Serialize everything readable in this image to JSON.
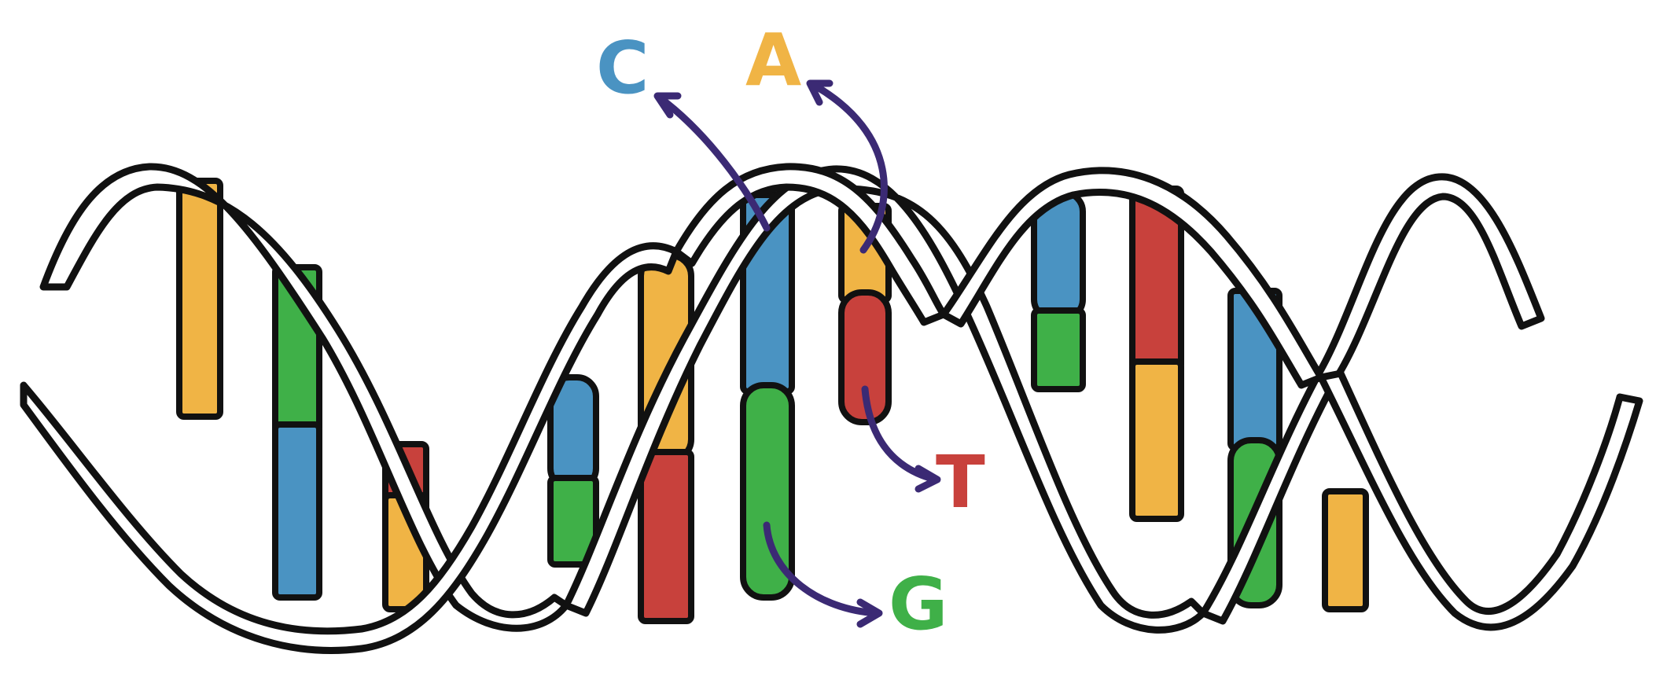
{
  "colors": {
    "adenine": "#f0b445",
    "cytosine": "#4a93c2",
    "guanine": "#3fb048",
    "thymine": "#c8413c",
    "outline": "#111111",
    "arrow": "#3b2a74"
  },
  "labels": {
    "cytosine": "C",
    "adenine": "A",
    "thymine": "T",
    "guanine": "G"
  }
}
